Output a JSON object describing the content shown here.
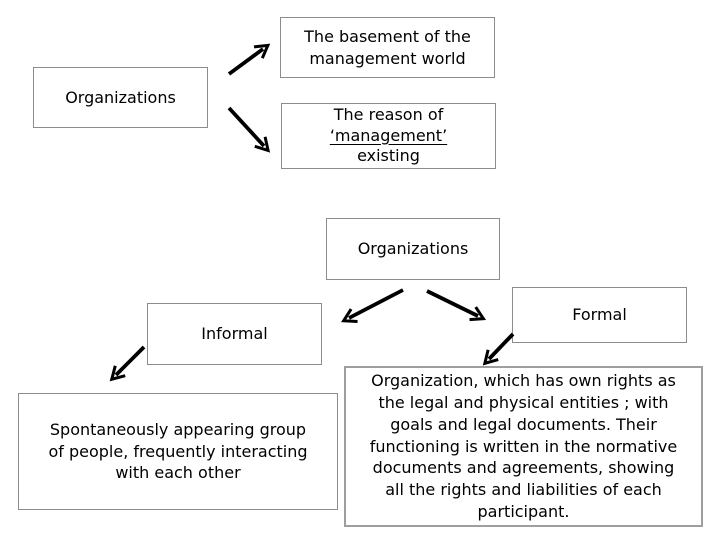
{
  "colors": {
    "background": "#ffffff",
    "box_border": "#8c8c8c",
    "text": "#000000",
    "arrow": "#000000"
  },
  "diagram": {
    "org_top": {
      "label": "Organizations"
    },
    "basement": {
      "label": "The basement of the\nmanagement world"
    },
    "reason": {
      "line1": "The reason of",
      "underlined": "‘management’",
      "line3": "existing"
    },
    "org_mid": {
      "label": "Organizations"
    },
    "informal": {
      "label": "Informal"
    },
    "formal": {
      "label": "Formal"
    },
    "informal_desc": {
      "label": "Spontaneously appearing group\nof people, frequently interacting\nwith each other"
    },
    "formal_desc": {
      "label": "Organization, which has own rights as\nthe legal and physical entities ; with\ngoals and legal documents. Their\nfunctioning is written in the normative\ndocuments and agreements, showing\nall the rights and liabilities of each\nparticipant."
    },
    "edges": [
      {
        "from": "org_top",
        "to": "basement"
      },
      {
        "from": "org_top",
        "to": "reason"
      },
      {
        "from": "org_mid",
        "to": "informal"
      },
      {
        "from": "org_mid",
        "to": "formal"
      },
      {
        "from": "informal",
        "to": "informal_desc"
      },
      {
        "from": "formal",
        "to": "formal_desc"
      }
    ]
  }
}
